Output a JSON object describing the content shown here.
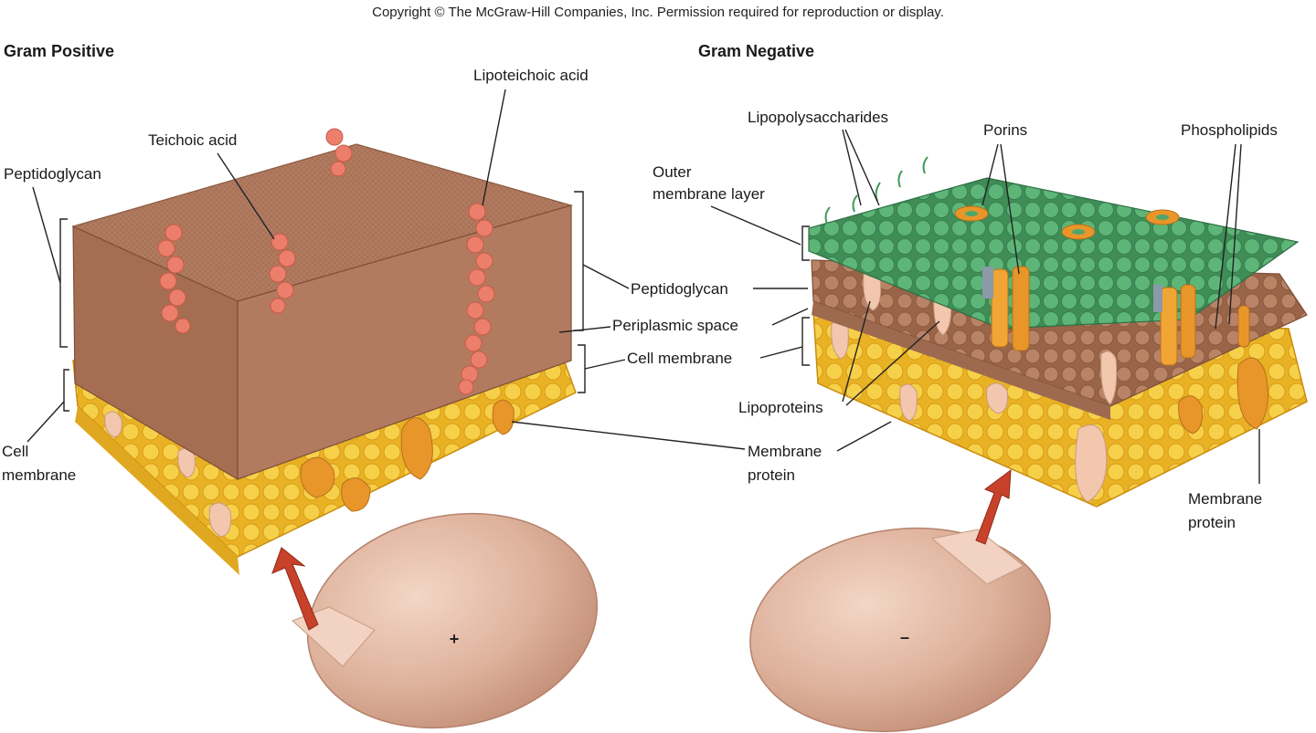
{
  "copyright": "Copyright © The McGraw-Hill Companies, Inc. Permission required for reproduction or display.",
  "gram_positive": {
    "title": "Gram Positive",
    "labels": {
      "peptidoglycan_left": "Peptidoglycan",
      "teichoic_acid": "Teichoic acid",
      "lipoteichoic_acid": "Lipoteichoic acid",
      "cell_membrane_line1": "Cell",
      "cell_membrane_line2": "membrane"
    },
    "cell_sign": "+"
  },
  "gram_negative": {
    "title": "Gram Negative",
    "labels": {
      "lipopolysaccharides": "Lipopolysaccharides",
      "porins": "Porins",
      "phospholipids": "Phospholipids",
      "outer_membrane_line1": "Outer",
      "outer_membrane_line2": "membrane layer",
      "lipoproteins": "Lipoproteins",
      "membrane_protein_line1": "Membrane",
      "membrane_protein_line2": "protein"
    },
    "cell_sign": "–"
  },
  "shared_labels": {
    "peptidoglycan": "Peptidoglycan",
    "periplasmic_space": "Periplasmic space",
    "cell_membrane": "Cell membrane",
    "membrane_protein_line1": "Membrane",
    "membrane_protein_line2": "protein"
  },
  "colors": {
    "peptidoglycan": "#b07a5e",
    "membrane_yellow": "#f2c230",
    "outer_green": "#4fa66b",
    "protein_orange": "#e8962a",
    "teichoic_red": "#e87a6a",
    "cell_body": "#e3b8a3",
    "arrow": "#c8412a"
  }
}
